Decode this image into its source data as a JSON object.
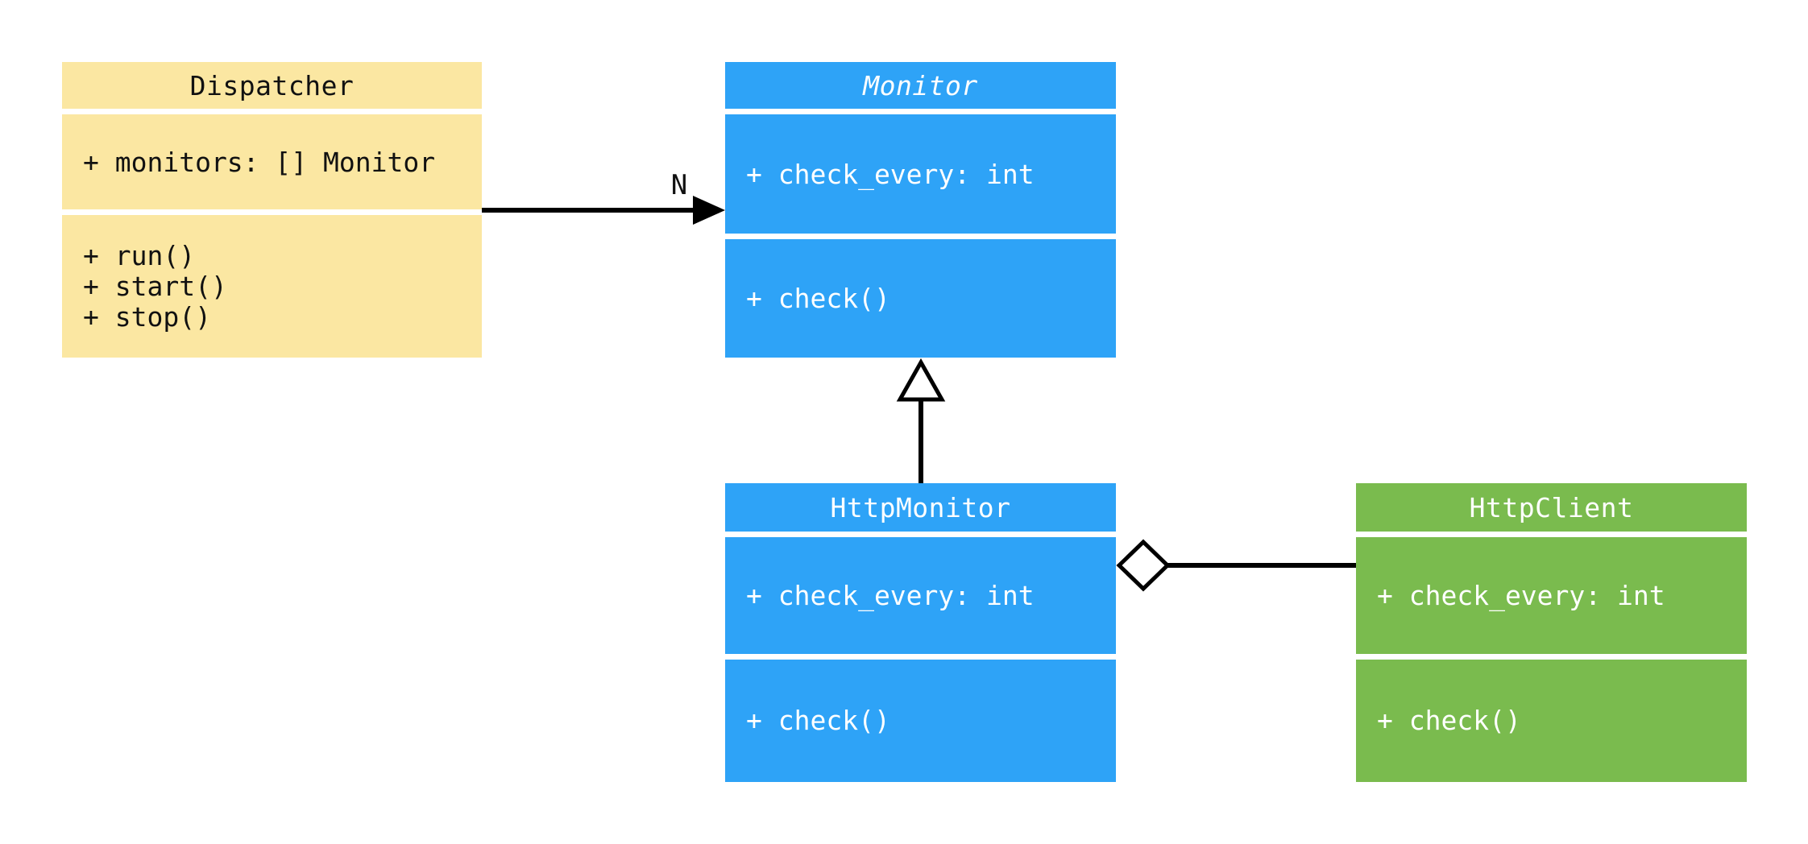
{
  "diagram": {
    "background_color": "#ffffff",
    "line_color": "#000000",
    "classes": [
      {
        "name": "Dispatcher",
        "abstract": false,
        "fill": "#FBE7A2",
        "text_color": "#111111",
        "attributes": [
          "+ monitors: [] Monitor"
        ],
        "methods": [
          "+ run()",
          "+ start()",
          "+ stop()"
        ]
      },
      {
        "name": "Monitor",
        "abstract": true,
        "fill": "#2EA3F7",
        "text_color": "#ffffff",
        "attributes": [
          "+ check_every: int"
        ],
        "methods": [
          "+ check()"
        ]
      },
      {
        "name": "HttpMonitor",
        "abstract": false,
        "fill": "#2EA3F7",
        "text_color": "#ffffff",
        "attributes": [
          "+ check_every: int"
        ],
        "methods": [
          "+ check()"
        ]
      },
      {
        "name": "HttpClient",
        "abstract": false,
        "fill": "#7ABB4E",
        "text_color": "#ffffff",
        "attributes": [
          "+ check_every: int"
        ],
        "methods": [
          "+ check()"
        ]
      }
    ],
    "relations": [
      {
        "type": "association",
        "from": "Dispatcher",
        "to": "Monitor",
        "label": "N",
        "arrowhead": "filled-arrow"
      },
      {
        "type": "inheritance",
        "from": "HttpMonitor",
        "to": "Monitor",
        "label": "",
        "arrowhead": "hollow-triangle"
      },
      {
        "type": "aggregation",
        "from": "HttpMonitor",
        "to": "HttpClient",
        "label": "",
        "arrowhead": "hollow-diamond"
      }
    ]
  }
}
